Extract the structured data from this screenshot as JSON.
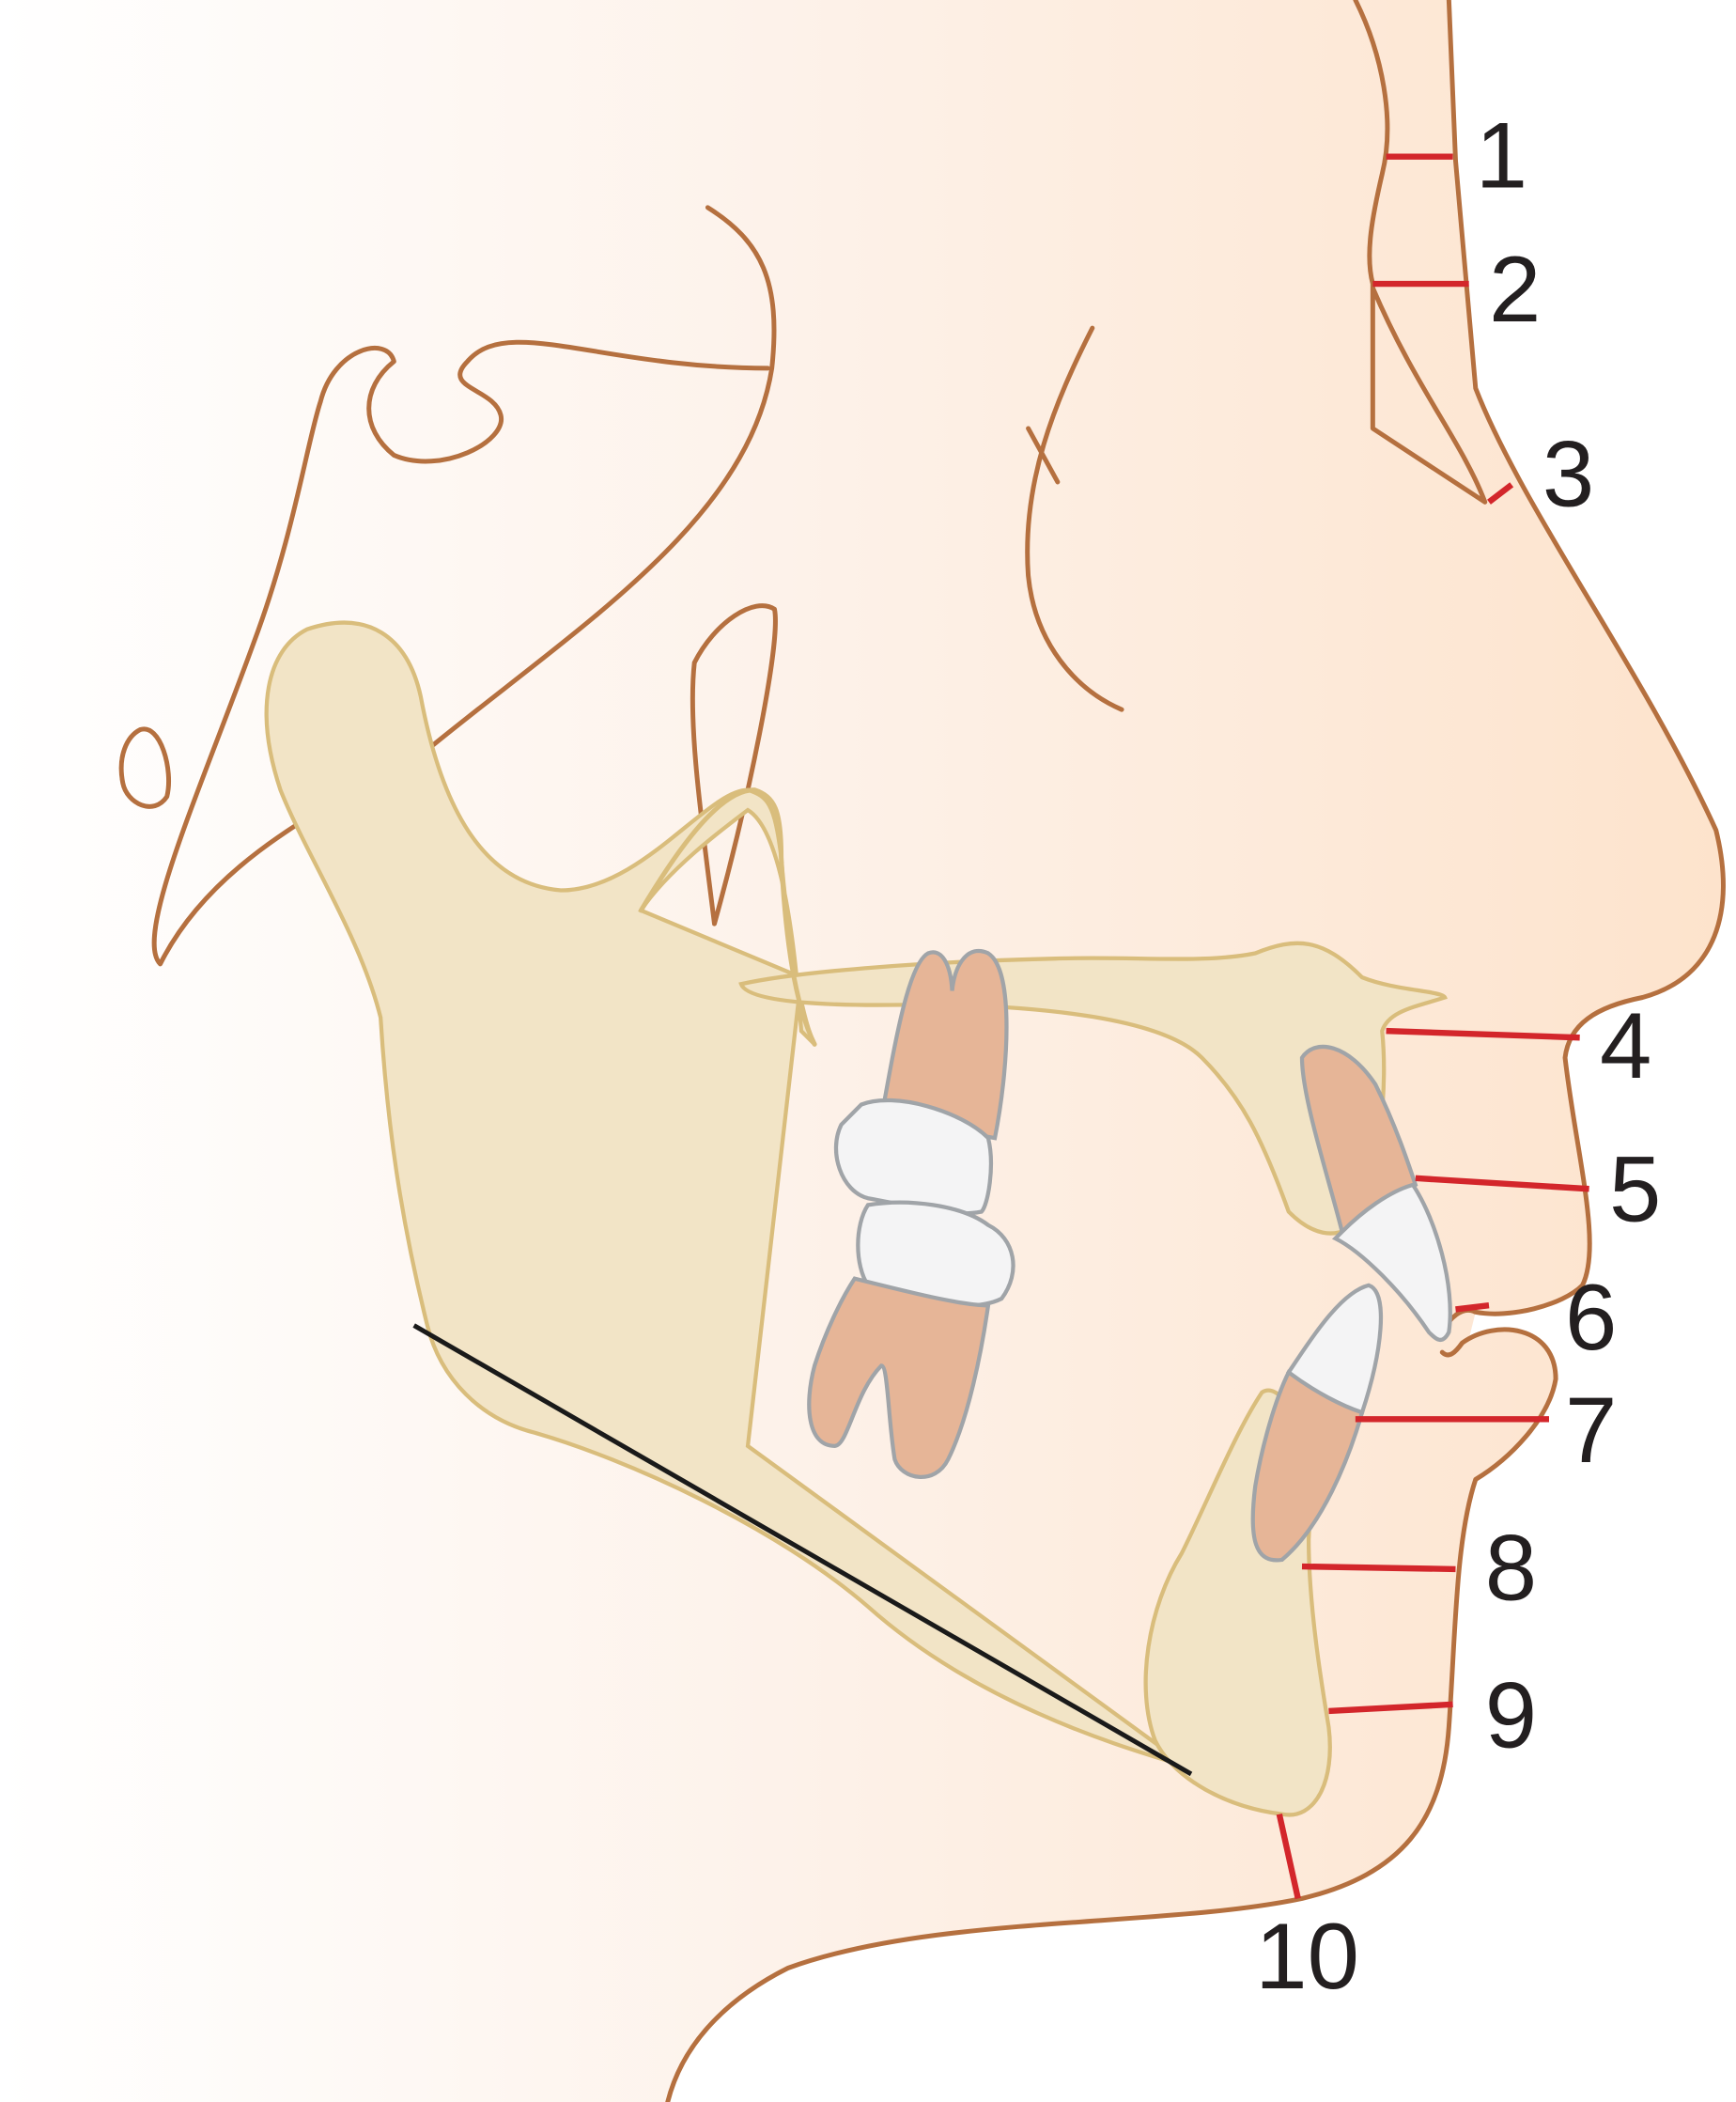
{
  "figure": {
    "measurement_labels": [
      "1",
      "2",
      "3",
      "4",
      "5",
      "6",
      "7",
      "8",
      "9",
      "10"
    ]
  },
  "colors": {
    "soft_tissue": "#fde6d3",
    "bone": "#f2e4c6",
    "tracing": "#b5703f",
    "measurement": "#d3262b",
    "reference_line": "#1a1a1a"
  }
}
